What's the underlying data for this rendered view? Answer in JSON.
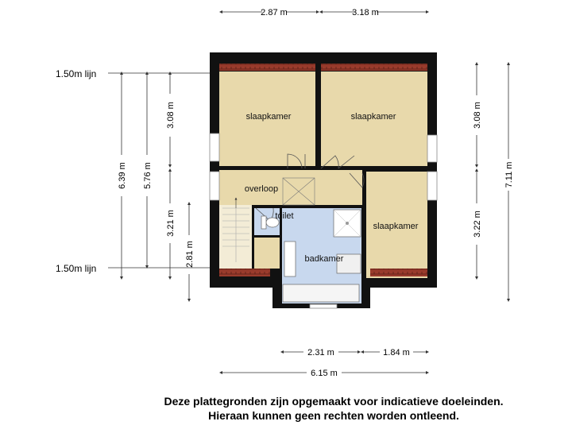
{
  "colors": {
    "wall": "#111111",
    "floor": "#e8d9ab",
    "bath": "#c8d8ee",
    "roof_tile": "#9a3b2c",
    "dim_line": "#333333"
  },
  "rooms": {
    "bedroom_1": "slaapkamer",
    "bedroom_2": "slaapkamer",
    "bedroom_3": "slaapkamer",
    "landing": "overloop",
    "toilet": "toilet",
    "bathroom": "badkamer"
  },
  "lines": {
    "top": "1.50m lijn",
    "bottom": "1.50m lijn"
  },
  "dimensions": {
    "top_left": "2.87 m",
    "top_right": "3.18 m",
    "left_total": "6.39 m",
    "left_inner": "5.76 m",
    "left_upper": "3.08 m",
    "left_lower": "3.21 m",
    "left_stair": "2.81 m",
    "right_upper": "3.08 m",
    "right_lower": "3.22 m",
    "right_total": "7.11 m",
    "bottom_left": "2.31 m",
    "bottom_right": "1.84 m",
    "bottom_total": "6.15 m"
  },
  "disclaimer": {
    "line1": "Deze plattegronden zijn opgemaakt voor indicatieve doeleinden.",
    "line2": "Hieraan kunnen geen rechten worden ontleend."
  }
}
